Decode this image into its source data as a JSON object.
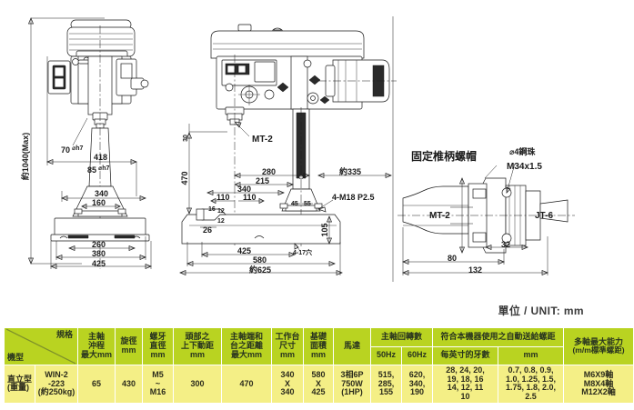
{
  "unit_note": "單位 / UNIT:  mm",
  "drawing": {
    "left_view": {
      "name": "front-elevation-view",
      "dims": {
        "overall_height": "約1040(Max)",
        "spindle_bore": "70",
        "spindle_bore_tol": "⌀h7",
        "column_height": "418",
        "column_dia": "85",
        "column_dia_tol": "⌀h7",
        "table_width": "340",
        "table_inner": "160",
        "base_inner": "260",
        "base_mid": "380",
        "base_outer": "425"
      }
    },
    "center_view": {
      "name": "side-elevation-view",
      "dims": {
        "taper": "MT-2",
        "small_top": "30",
        "spindle_to_table": "470",
        "spindle_to_column": "280",
        "spindle_to_base": "215",
        "depth_overall": "約335",
        "table_depth": "340",
        "half_a": "110",
        "half_b": "110",
        "slot_a": "16",
        "slot_b": "12",
        "slot_c": "12",
        "slot_d": "26",
        "col_a": "45",
        "col_b": "55",
        "anchor": "4-M18  P2.5",
        "base_h": "105",
        "hole_note": "4-17穴",
        "base_len_a": "425",
        "base_len_b": "580",
        "base_len_c": "約625"
      }
    },
    "right_view": {
      "name": "taper-shank-nut-detail",
      "title": "固定椎柄螺帽",
      "dims": {
        "ball": "⌀4鋼珠",
        "thread": "M34x1.5",
        "left_taper": "MT-2",
        "right_taper": "JT-6",
        "len_a": "80",
        "len_b": "32",
        "len_total": "132"
      }
    }
  },
  "table": {
    "corner": {
      "row_label": "機型",
      "col_label": "規格"
    },
    "headers": [
      {
        "id": "spindle-stroke",
        "l1": "主軸",
        "l2": "沖程",
        "l3": "最大mm"
      },
      {
        "id": "swing",
        "l1": "旋徑",
        "l2": "mm",
        "l3": ""
      },
      {
        "id": "tap-dia",
        "l1": "螺牙",
        "l2": "直徑",
        "l3": "mm"
      },
      {
        "id": "head-travel",
        "l1": "頭部之",
        "l2": "上下動距",
        "l3": "mm"
      },
      {
        "id": "spindle-to-table",
        "l1": "主軸端和",
        "l2": "台之距離",
        "l3": "最大mm"
      },
      {
        "id": "table-size",
        "l1": "工作台",
        "l2": "尺寸",
        "l3": "mm"
      },
      {
        "id": "base-area",
        "l1": "基礎",
        "l2": "面積",
        "l3": "mm"
      },
      {
        "id": "motor",
        "l1": "馬達",
        "l2": "",
        "l3": ""
      }
    ],
    "group_speed": {
      "label": "主軸回轉數",
      "sub": [
        "50Hz",
        "60Hz"
      ]
    },
    "group_feed": {
      "label": "符合本機器使用之自動送給螺距",
      "sub": [
        "每英寸的牙數",
        "mm"
      ]
    },
    "multi_spindle": {
      "l1": "多軸最大能力",
      "l2": "(m/m標準螺距)"
    },
    "row": {
      "type_l1": "直立型",
      "type_l2": "(重量)",
      "model_l1": "WIN-2",
      "model_l2": "-223",
      "model_l3": "(約250kg)",
      "spindle_stroke": "65",
      "swing": "430",
      "tap_dia": "M5\n~\nM16",
      "head_travel": "300",
      "spindle_to_table": "470",
      "table_size": "340\nX\n340",
      "base_area": "580\nX\n425",
      "motor": "3相6P\n750W\n(1HP)",
      "speed_50hz": "515,\n285,\n155",
      "speed_60hz": "620,\n340,\n190",
      "feed_tpi": "28, 24, 20,\n19, 18, 16\n14, 12, 11\n10",
      "feed_mm": "0.7, 0.8, 0.9,\n1.0, 1.25, 1.5,\n1.75, 1.8, 2.0,\n2.5",
      "multi_spindle": "M6X9軸\nM8X4軸\nM12X2軸"
    }
  },
  "colors": {
    "header_bg": "#b9d321",
    "row_bg": "#f4ef86",
    "line": "#1a1a1a"
  }
}
